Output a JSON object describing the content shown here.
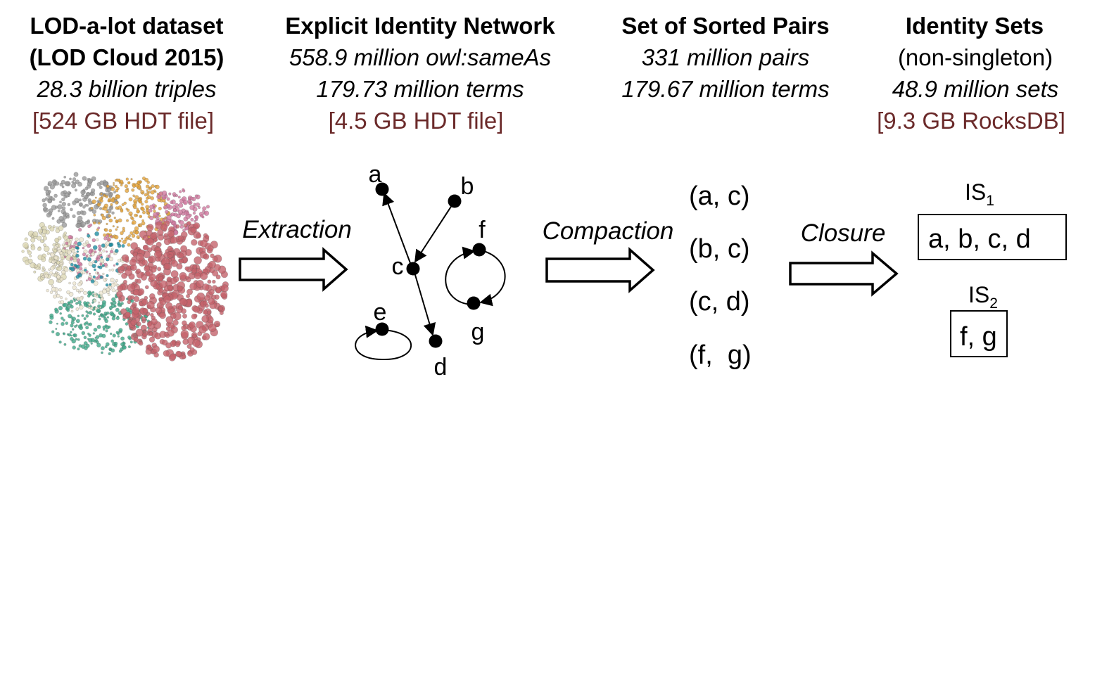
{
  "columns": [
    {
      "title_lines": [
        "LOD-a-lot dataset",
        "(LOD Cloud 2015)"
      ],
      "stat_lines": [
        "28.3 billion triples"
      ],
      "size_line": "[524 GB HDT file]"
    },
    {
      "title_lines": [
        "Explicit Identity Network"
      ],
      "stat_lines": [
        "558.9 million owl:sameAs",
        "179.73 million terms"
      ],
      "size_line": "[4.5 GB HDT file]"
    },
    {
      "title_lines": [
        "Set of Sorted Pairs"
      ],
      "stat_lines": [
        "331 million pairs",
        "179.67 million terms"
      ],
      "size_line": ""
    },
    {
      "title_lines": [
        "Identity Sets"
      ],
      "plain_line": "(non-singleton)",
      "stat_lines": [
        "48.9 million sets"
      ],
      "size_line": "[9.3 GB RocksDB]"
    }
  ],
  "steps": {
    "extraction": "Extraction",
    "compaction": "Compaction",
    "closure": "Closure"
  },
  "nodes": {
    "a": "a",
    "b": "b",
    "c": "c",
    "d": "d",
    "e": "e",
    "f": "f",
    "g": "g"
  },
  "pairs": [
    "(a, c)",
    "(b, c)",
    "(c, d)",
    "(f,  g)"
  ],
  "identity_sets": [
    {
      "label": "IS",
      "sub": "1",
      "members": "a, b, c, d"
    },
    {
      "label": "IS",
      "sub": "2",
      "members": "f, g"
    }
  ],
  "colors": {
    "size_text": "#6b2a2a",
    "cloud_red": "#c4636b",
    "cloud_orange": "#e3a43c",
    "cloud_green": "#3fa98a",
    "cloud_gray": "#9a9a9a",
    "cloud_beige": "#dcd7b4",
    "cloud_pink": "#d17ba0",
    "cloud_teal": "#1f8fa3"
  }
}
